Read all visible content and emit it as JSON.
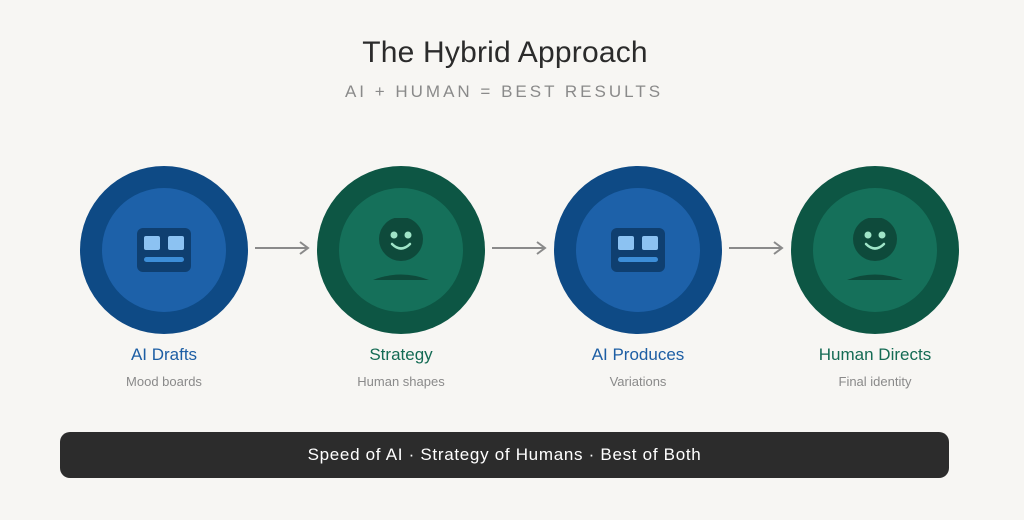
{
  "header": {
    "title": "The Hybrid Approach",
    "subtitle": "AI + HUMAN = BEST RESULTS"
  },
  "steps": [
    {
      "label": "AI Drafts",
      "sub": "Mood boards",
      "kind": "ai",
      "icon": "robot-icon"
    },
    {
      "label": "Strategy",
      "sub": "Human shapes",
      "kind": "human",
      "icon": "person-icon"
    },
    {
      "label": "AI Produces",
      "sub": "Variations",
      "kind": "ai",
      "icon": "robot-icon"
    },
    {
      "label": "Human Directs",
      "sub": "Final identity",
      "kind": "human",
      "icon": "person-icon"
    }
  ],
  "banner": {
    "text": "Speed of AI · Strategy of Humans · Best of Both"
  },
  "colors": {
    "background": "#f7f6f3",
    "ai_outer": "#0e4a85",
    "ai_inner": "#1d61a9",
    "human_outer": "#0d5644",
    "human_inner": "#15705a",
    "banner": "#2c2c2c"
  }
}
